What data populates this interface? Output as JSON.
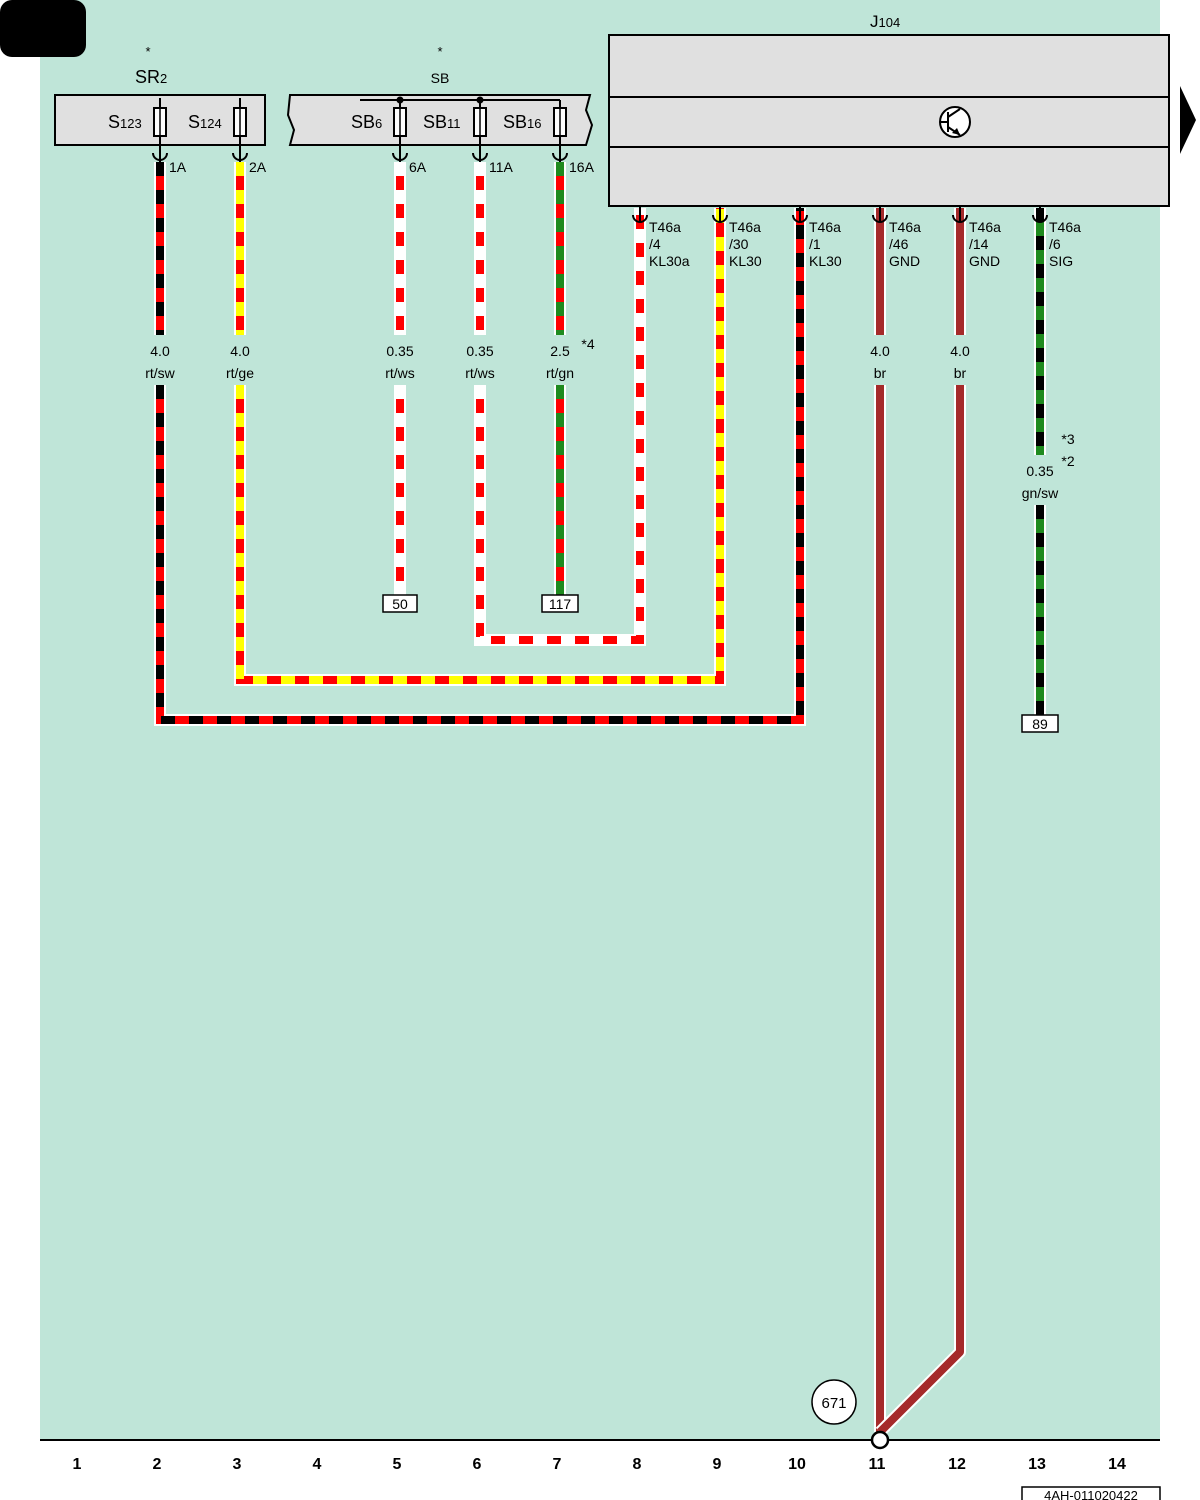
{
  "page_tab": "",
  "components": {
    "sr2": {
      "star": "*",
      "name": "SR",
      "sub": "2"
    },
    "sb": {
      "star": "*",
      "name": "SB"
    },
    "j104": {
      "name": "J",
      "sub": "104"
    }
  },
  "fuses": [
    {
      "id": "s123",
      "name": "S",
      "sub": "123",
      "pin": "1A"
    },
    {
      "id": "s124",
      "name": "S",
      "sub": "124",
      "pin": "2A"
    },
    {
      "id": "sb6",
      "name": "SB",
      "sub": "6",
      "pin": "6A"
    },
    {
      "id": "sb11",
      "name": "SB",
      "sub": "11",
      "pin": "11A"
    },
    {
      "id": "sb16",
      "name": "SB",
      "sub": "16",
      "pin": "16A"
    }
  ],
  "j104_pins": [
    {
      "id": "t46a4",
      "l1": "T46a",
      "l2": "/4",
      "l3": "KL30a"
    },
    {
      "id": "t46a30",
      "l1": "T46a",
      "l2": "/30",
      "l3": "KL30"
    },
    {
      "id": "t46a1",
      "l1": "T46a",
      "l2": "/1",
      "l3": "KL30"
    },
    {
      "id": "t46a46",
      "l1": "T46a",
      "l2": "/46",
      "l3": "GND"
    },
    {
      "id": "t46a14",
      "l1": "T46a",
      "l2": "/14",
      "l3": "GND"
    },
    {
      "id": "t46a6",
      "l1": "T46a",
      "l2": "/6",
      "l3": "SIG"
    }
  ],
  "wires": [
    {
      "id": "w1",
      "size": "4.0",
      "color": "rt/sw"
    },
    {
      "id": "w2",
      "size": "4.0",
      "color": "rt/ge"
    },
    {
      "id": "w3",
      "size": "0.35",
      "color": "rt/ws"
    },
    {
      "id": "w4",
      "size": "0.35",
      "color": "rt/ws"
    },
    {
      "id": "w5",
      "size": "2.5",
      "color": "rt/gn",
      "note": "*4"
    },
    {
      "id": "w6",
      "size": "4.0",
      "color": "br"
    },
    {
      "id": "w7",
      "size": "4.0",
      "color": "br"
    },
    {
      "id": "w8",
      "size": "0.35",
      "color": "gn/sw",
      "note1": "*3",
      "note2": "*2"
    }
  ],
  "references": {
    "ref50": "50",
    "ref117": "117",
    "ref89": "89"
  },
  "ground_point": "671",
  "grid_numbers": [
    "1",
    "2",
    "3",
    "4",
    "5",
    "6",
    "7",
    "8",
    "9",
    "10",
    "11",
    "12",
    "13",
    "14"
  ],
  "doc_code": "4AH-011020422",
  "colors": {
    "background": "#bfe5d8",
    "component_fill": "#e0e0e0",
    "red": "#ff0000",
    "black": "#000000",
    "yellow": "#ffff00",
    "white": "#ffffff",
    "green": "#1e8a1e",
    "brown": "#a52a2a"
  }
}
